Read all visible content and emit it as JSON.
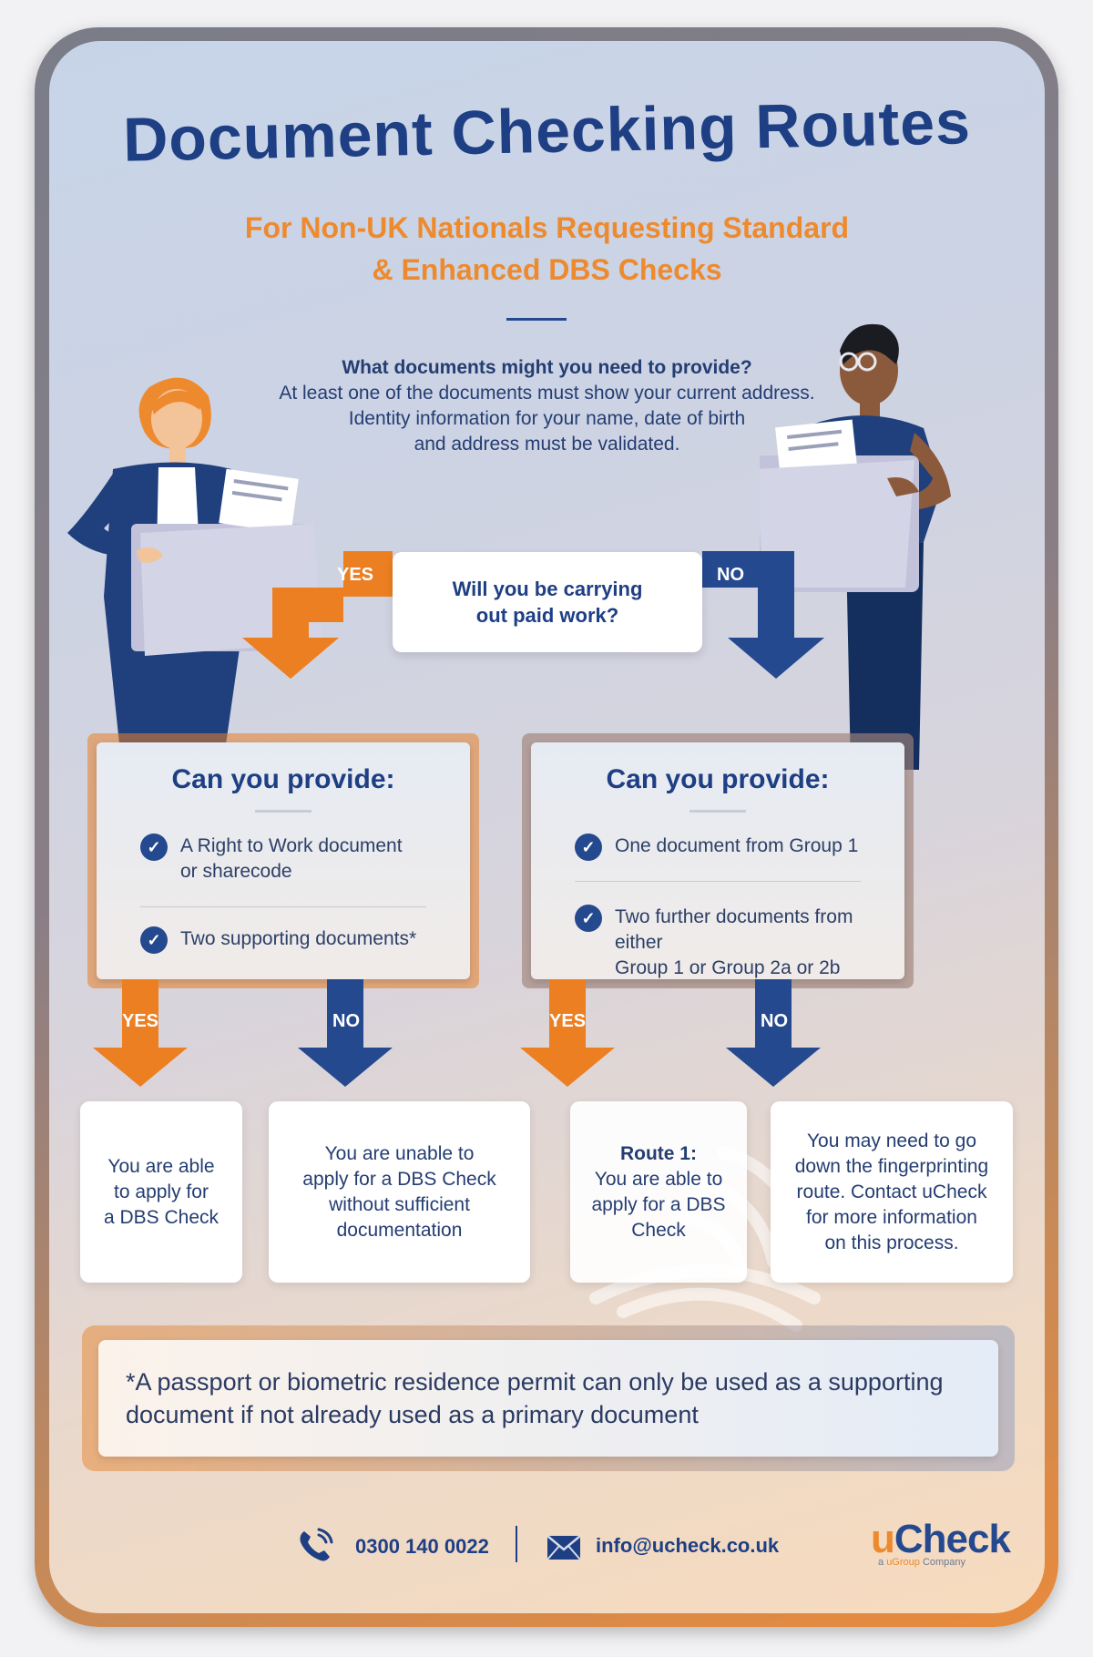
{
  "title": "Document Checking Routes",
  "subtitle_line1": "For Non-UK Nationals Requesting Standard",
  "subtitle_line2": "& Enhanced DBS Checks",
  "intro": {
    "question": "What documents might you need to provide?",
    "line1": "At least one of the documents must show your current address.",
    "line2": "Identity information for your name, date of birth",
    "line3": "and address must be validated."
  },
  "decision": {
    "line1": "Will you be carrying",
    "line2": "out paid work?",
    "yes_label": "YES",
    "no_label": "NO"
  },
  "left_panel": {
    "title": "Can you provide:",
    "items": [
      {
        "line1": "A Right to Work document",
        "line2": "or sharecode"
      },
      {
        "line1": "Two supporting documents*"
      }
    ],
    "yes_label": "YES",
    "no_label": "NO"
  },
  "right_panel": {
    "title": "Can you provide:",
    "items": [
      {
        "line1": "One document from Group 1"
      },
      {
        "line1": "Two further documents from either",
        "line2": "Group 1 or Group 2a or 2b"
      }
    ],
    "yes_label": "YES",
    "no_label": "NO"
  },
  "results": [
    {
      "lines": [
        "You are able",
        "to apply for",
        "a DBS Check"
      ]
    },
    {
      "lines": [
        "You are unable to",
        "apply for a DBS Check",
        "without sufficient",
        "documentation"
      ]
    },
    {
      "heading": "Route 1:",
      "lines": [
        "You are able to",
        "apply for a DBS",
        "Check"
      ]
    },
    {
      "lines": [
        "You may need to go",
        "down the fingerprinting",
        "route. Contact uCheck",
        "for more information",
        "on this process."
      ]
    }
  ],
  "note": {
    "line1": "*A passport or biometric residence permit can only be used as a supporting",
    "line2": "document if not already used as a primary document"
  },
  "footer": {
    "phone": "0300 140 0022",
    "email": "info@ucheck.co.uk",
    "logo_u": "u",
    "logo_check": "Check",
    "logo_sub_a": "a ",
    "logo_sub_brand": "uGroup",
    "logo_sub_b": " Company"
  },
  "colors": {
    "navy": "#1e3f84",
    "orange": "#ee8a2e",
    "arrow_navy": "#24498f",
    "arrow_orange": "#ec7f22"
  },
  "icons": [
    "phone-icon",
    "envelope-icon",
    "check-icon",
    "fingerprint-icon",
    "woman-with-folder-illustration",
    "man-with-folder-illustration"
  ]
}
